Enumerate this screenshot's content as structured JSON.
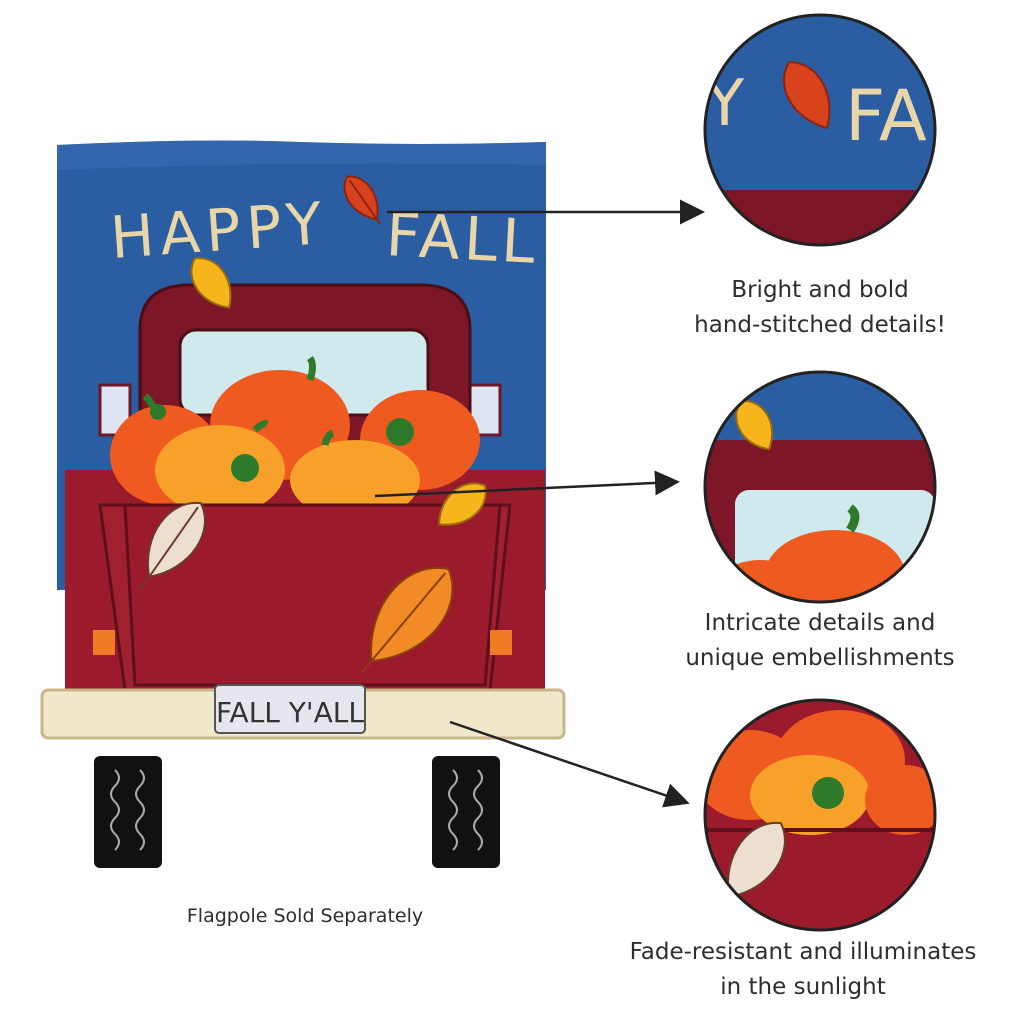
{
  "flag": {
    "headline_word_1": "HAPPY",
    "headline_word_2": "FALL",
    "license_plate": "FALL Y'ALL"
  },
  "note": {
    "flagpole": "Flagpole Sold Separately"
  },
  "callouts": [
    {
      "line1": "Bright and bold",
      "line2": "hand-stitched details!"
    },
    {
      "line1": "Intricate details and",
      "line2": "unique embellishments"
    },
    {
      "line1": "Fade-resistant and illuminates",
      "line2": "in the sunlight"
    }
  ],
  "colors": {
    "sky": "#2b5da3",
    "truck": "#9b1b2c",
    "cab": "#7d1626",
    "bumper": "#f1e7cb",
    "pumpkin": "#ee5a1f",
    "pumpkin_light": "#f7a12a",
    "leaf_green": "#2f7a2a",
    "text": "#2d2d2d"
  }
}
